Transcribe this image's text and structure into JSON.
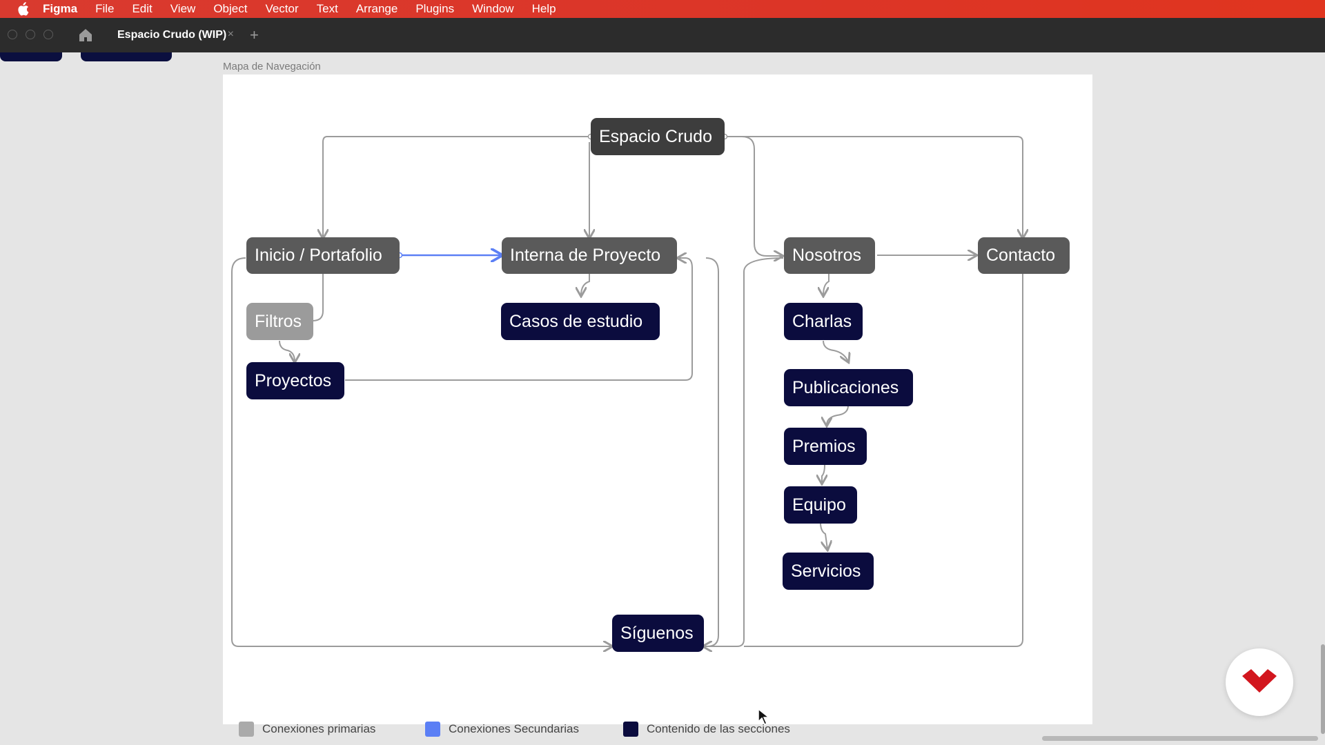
{
  "menubar": {
    "apple": "apple-icon",
    "app_name": "Figma",
    "items": [
      "File",
      "Edit",
      "View",
      "Object",
      "Vector",
      "Text",
      "Arrange",
      "Plugins",
      "Window",
      "Help"
    ]
  },
  "tabbar": {
    "home_icon": "home-icon",
    "active_tab": "Espacio Crudo (WIP)",
    "close": "×",
    "new_tab": "+"
  },
  "frame": {
    "label": "Mapa de Navegación"
  },
  "nodes": {
    "root": "Espacio Crudo",
    "inicio": "Inicio / Portafolio",
    "interna": "Interna de Proyecto",
    "nosotros": "Nosotros",
    "contacto": "Contacto",
    "filtros": "Filtros",
    "casos": "Casos de estudio",
    "proyectos": "Proyectos",
    "charlas": "Charlas",
    "publicaciones": "Publicaciones",
    "premios": "Premios",
    "equipo": "Equipo",
    "servicios": "Servicios",
    "siguenos": "Síguenos"
  },
  "legend": {
    "primary": "Conexiones primarias",
    "secondary": "Conexiones Secundarias",
    "content": "Contenido de las secciones"
  },
  "colors": {
    "menubar": "#dc3527",
    "tabbar": "#2c2c2c",
    "primary_node": "#5a5a5a",
    "root_node": "#3d3d3d",
    "filter_node": "#9b9b9b",
    "content_node": "#0b0c3e",
    "connector_primary": "#9b9b9b",
    "connector_secondary": "#5b7ff5",
    "legend_primary": "#aaaaaa",
    "legend_secondary": "#5b7ff5",
    "legend_content": "#0b0c3e"
  }
}
